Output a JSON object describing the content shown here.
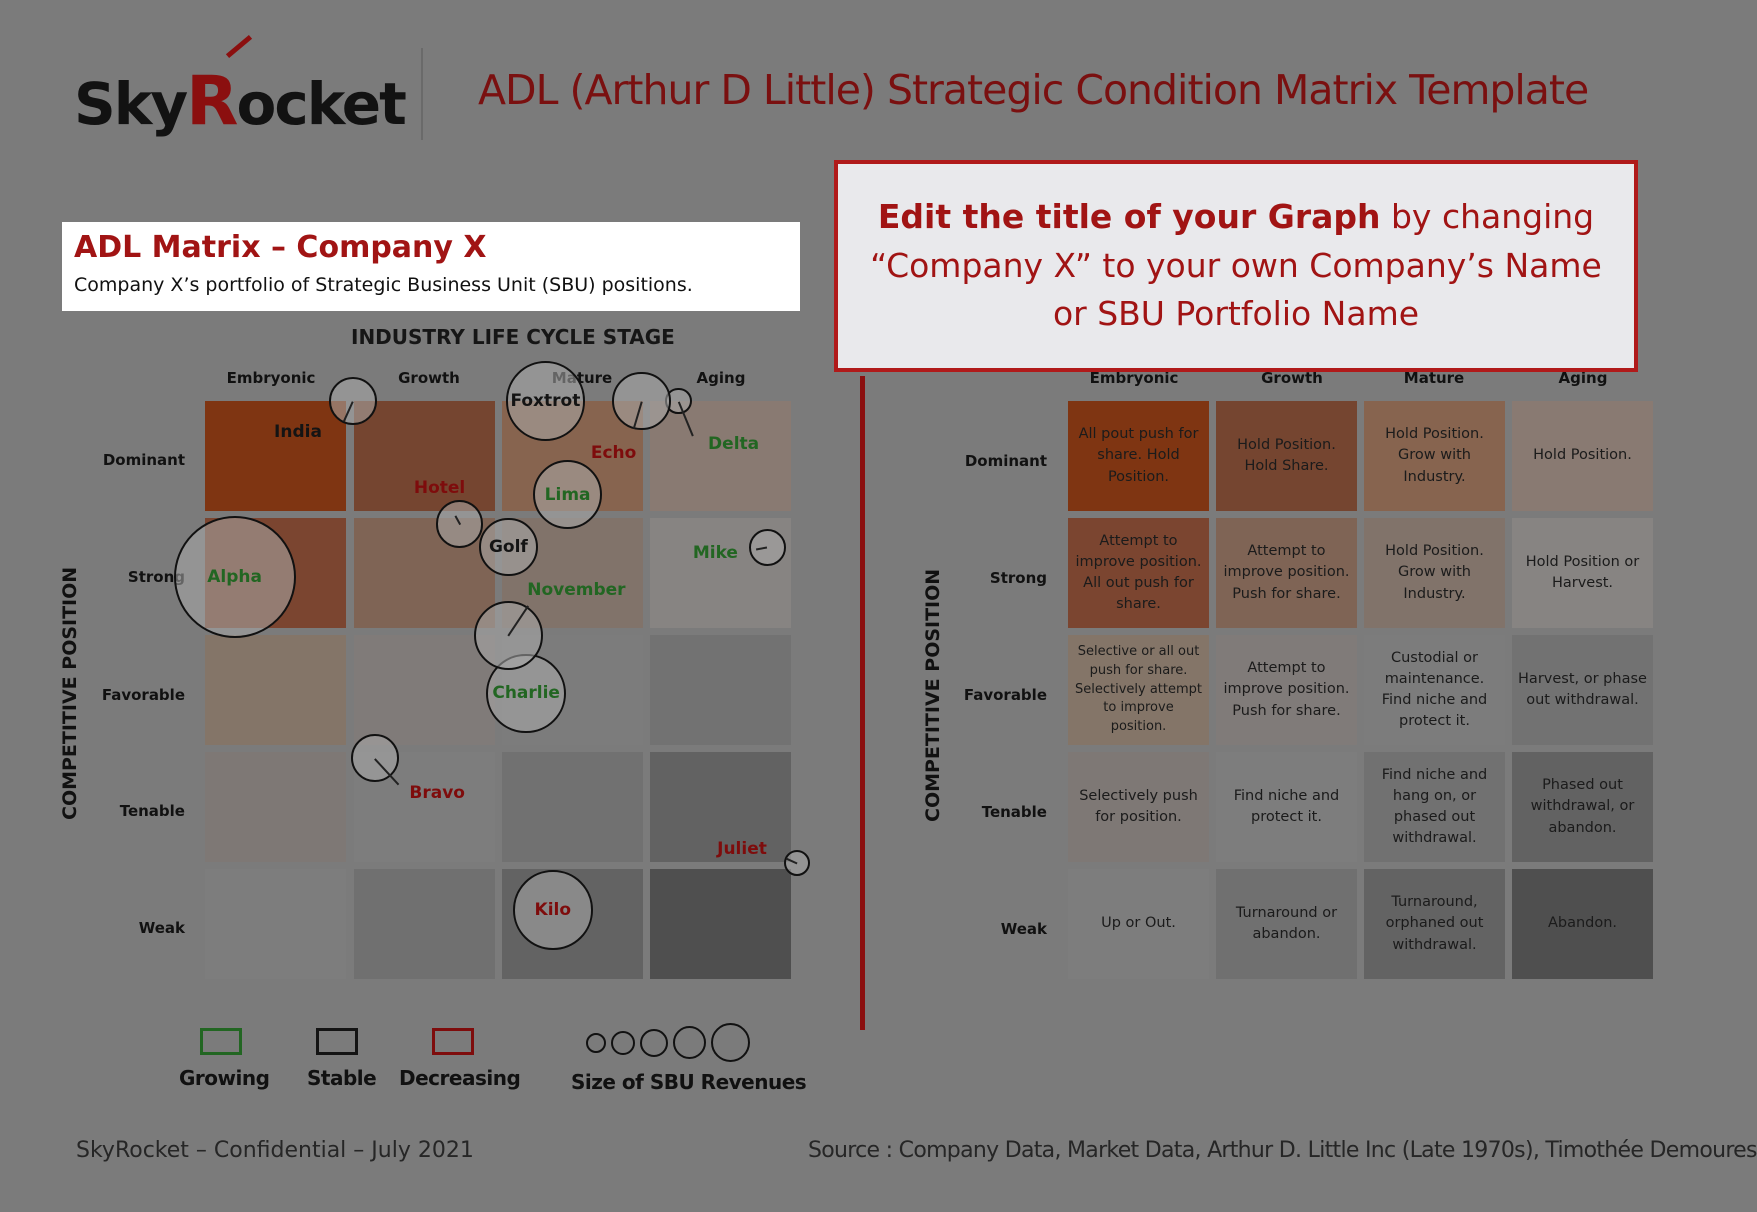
{
  "header": {
    "logo": "SkyRocket",
    "title": "ADL (Arthur D Little) Strategic Condition Matrix Template"
  },
  "card": {
    "title": "ADL Matrix – Company X",
    "subtitle": "Company X’s portfolio of Strategic Business Unit (SBU) positions."
  },
  "callout": {
    "bold": "Edit the title of your Graph",
    "rest1": " by changing",
    "line2": "“Company X” to your own Company’s Name",
    "line3": "or SBU Portfolio Name"
  },
  "matrix": {
    "x_axis_title": "INDUSTRY LIFE CYCLE STAGE",
    "y_axis_title": "COMPETITIVE POSITION",
    "stages": [
      "Embryonic",
      "Growth",
      "Mature",
      "Aging"
    ],
    "positions": [
      "Dominant",
      "Strong",
      "Favorable",
      "Tenable",
      "Weak"
    ],
    "cell_colors": [
      [
        "#7f3512",
        "#754530",
        "#87644f",
        "#897a72"
      ],
      [
        "#7b4530",
        "#7f6455",
        "#81736a",
        "#878482"
      ],
      [
        "#847568",
        "#807b79",
        "#7c7c7c",
        "#727272"
      ],
      [
        "#7e7875",
        "#7d7d7d",
        "#717171",
        "#626262"
      ],
      [
        "#7d7d7d",
        "#707070",
        "#636363",
        "#4f4f4f"
      ]
    ],
    "strategies": [
      [
        "All pout push for share. Hold Position.",
        "Hold Position. Hold Share.",
        "Hold Position. Grow with Industry.",
        "Hold Position."
      ],
      [
        "Attempt to improve position. All out push for share.",
        "Attempt to improve position. Push for share.",
        "Hold Position. Grow with Industry.",
        "Hold Position or Harvest."
      ],
      [
        "Selective or all out push for share. Selectively attempt to improve position.",
        "Attempt to improve position. Push for share.",
        "Custodial or maintenance. Find niche and protect it.",
        "Harvest, or phase out withdrawal."
      ],
      [
        "Selectively push for position.",
        "Find niche and protect it.",
        "Find niche and hang on, or phased out withdrawal.",
        "Phased out withdrawal, or abandon."
      ],
      [
        "Up or Out.",
        "Turnaround or abandon.",
        "Turnaround, orphaned out withdrawal.",
        "Abandon."
      ]
    ]
  },
  "chart_data": {
    "type": "scatter",
    "x_categories": [
      "Embryonic",
      "Growth",
      "Mature",
      "Aging"
    ],
    "y_categories": [
      "Dominant",
      "Strong",
      "Favorable",
      "Tenable",
      "Weak"
    ],
    "points": [
      {
        "name": "Alpha",
        "stage": 0.2,
        "position": 1.5,
        "size": 5,
        "trend": "Growing"
      },
      {
        "name": "Bravo",
        "stage": 1.15,
        "position": 3.05,
        "size": 1.5,
        "trend": "Decreasing"
      },
      {
        "name": "Charlie",
        "stage": 2.17,
        "position": 2.5,
        "size": 3,
        "trend": "Growing"
      },
      {
        "name": "Delta",
        "stage": 3.2,
        "position": 0,
        "size": 0.5,
        "trend": "Growing"
      },
      {
        "name": "Echo",
        "stage": 2.95,
        "position": 0,
        "size": 2,
        "trend": "Decreasing"
      },
      {
        "name": "Foxtrot",
        "stage": 2.3,
        "position": 0,
        "size": 3,
        "trend": "Stable"
      },
      {
        "name": "Golf",
        "stage": 2.05,
        "position": 1.25,
        "size": 2,
        "trend": "Stable"
      },
      {
        "name": "Hotel",
        "stage": 1.72,
        "position": 1.05,
        "size": 1.5,
        "trend": "Decreasing"
      },
      {
        "name": "India",
        "stage": 1.0,
        "position": 0,
        "size": 1.5,
        "trend": "Stable"
      },
      {
        "name": "Juliet",
        "stage": 4.0,
        "position": 3.95,
        "size": 0.5,
        "trend": "Decreasing"
      },
      {
        "name": "Kilo",
        "stage": 2.35,
        "position": 4.35,
        "size": 3,
        "trend": "Decreasing"
      },
      {
        "name": "Lima",
        "stage": 2.45,
        "position": 0.8,
        "size": 2.5,
        "trend": "Growing"
      },
      {
        "name": "Mike",
        "stage": 3.8,
        "position": 1.25,
        "size": 1,
        "trend": "Growing"
      },
      {
        "name": "November",
        "stage": 2.05,
        "position": 2,
        "size": 2.5,
        "trend": "Growing"
      }
    ]
  },
  "legend": {
    "growing": "Growing",
    "stable": "Stable",
    "decreasing": "Decreasing",
    "size": "Size of SBU Revenues",
    "colors": {
      "growing": "#226622",
      "stable": "#141414",
      "decreasing": "#7e0c0c"
    }
  },
  "footer": {
    "left": "SkyRocket – Confidential – July 2021",
    "right": "Source : Company Data, Market Data, Arthur D. Little Inc (Late 1970s), Timothée Demoures"
  }
}
